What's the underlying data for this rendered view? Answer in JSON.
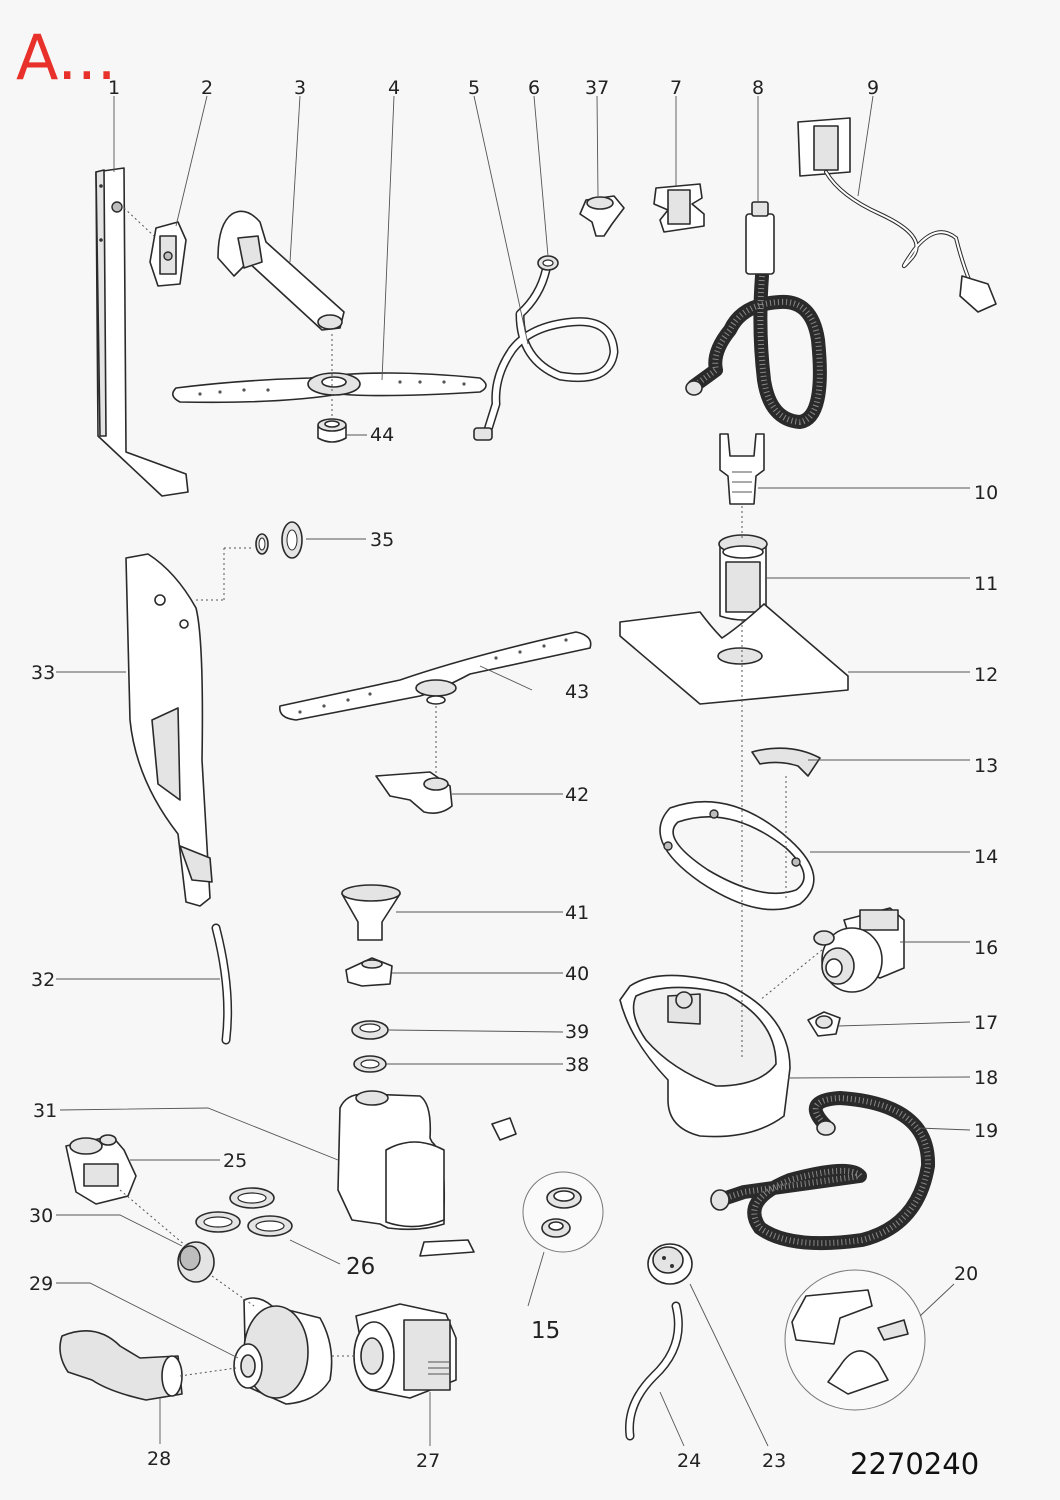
{
  "header": {
    "section_letter": "A..."
  },
  "footer": {
    "document_number": "2270240"
  },
  "callouts": {
    "p1": "1",
    "p2": "2",
    "p3": "3",
    "p4": "4",
    "p5": "5",
    "p6": "6",
    "p37": "37",
    "p7": "7",
    "p8": "8",
    "p9": "9",
    "p44": "44",
    "p10": "10",
    "p35": "35",
    "p11": "11",
    "p33": "33",
    "p43": "43",
    "p12": "12",
    "p13": "13",
    "p42": "42",
    "p14": "14",
    "p41": "41",
    "p16": "16",
    "p32": "32",
    "p40": "40",
    "p17": "17",
    "p39": "39",
    "p38": "38",
    "p18": "18",
    "p31": "31",
    "p19": "19",
    "p25": "25",
    "p30": "30",
    "p26": "26",
    "p15": "15",
    "p20": "20",
    "p29": "29",
    "p28": "28",
    "p27": "27",
    "p24": "24",
    "p23": "23"
  }
}
